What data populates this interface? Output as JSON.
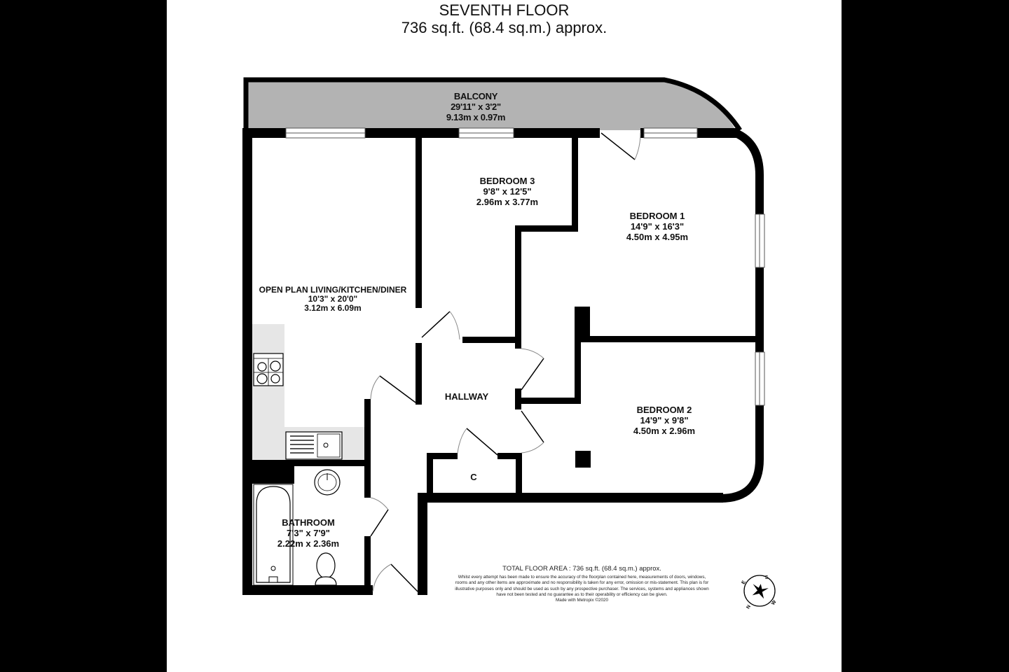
{
  "header": {
    "floor_title": "SEVENTH FLOOR",
    "floor_area": "736 sq.ft. (68.4 sq.m.) approx."
  },
  "rooms": {
    "balcony": {
      "name": "BALCONY",
      "imperial": "29'11\"  x 3'2\"",
      "metric": "9.13m  x 0.97m"
    },
    "bedroom3": {
      "name": "BEDROOM 3",
      "imperial": "9'8\"  x 12'5\"",
      "metric": "2.96m  x 3.77m"
    },
    "bedroom1": {
      "name": "BEDROOM 1",
      "imperial": "14'9\"  x 16'3\"",
      "metric": "4.50m  x 4.95m"
    },
    "living": {
      "name": "OPEN PLAN LIVING/KITCHEN/DINER",
      "imperial": "10'3\"  x 20'0\"",
      "metric": "3.12m  x 6.09m"
    },
    "hallway": {
      "name": "HALLWAY"
    },
    "bedroom2": {
      "name": "BEDROOM 2",
      "imperial": "14'9\"  x 9'8\"",
      "metric": "4.50m  x 2.96m"
    },
    "cupboard": {
      "name": "C"
    },
    "bathroom": {
      "name": "BATHROOM",
      "imperial": "7'3\"  x 7'9\"",
      "metric": "2.22m  x 2.36m"
    }
  },
  "footer": {
    "total_floor_area": "TOTAL FLOOR AREA : 736 sq.ft. (68.4 sq.m.) approx.",
    "disclaimer": "Whilst every attempt has been made to ensure the accuracy of the floorplan contained here, measurements of doors, windows, rooms and any other items are approximate and no responsibility is taken for any error, omission or mis-statement. This plan is for illustrative purposes only and should be used as such by any prospective purchaser. The services, systems and appliances shown have not been tested and no guarantee as to their operability or efficiency can be given.",
    "made_with": "Made with Metropix ©2020"
  },
  "compass": {
    "labels": [
      "S",
      "W",
      "N",
      "E"
    ]
  },
  "colors": {
    "wall": "#000000",
    "balcony_fill": "#b3b3b3",
    "kitchen_counter": "#e6e6e6",
    "background": "#ffffff",
    "side_margins": "#000000"
  }
}
